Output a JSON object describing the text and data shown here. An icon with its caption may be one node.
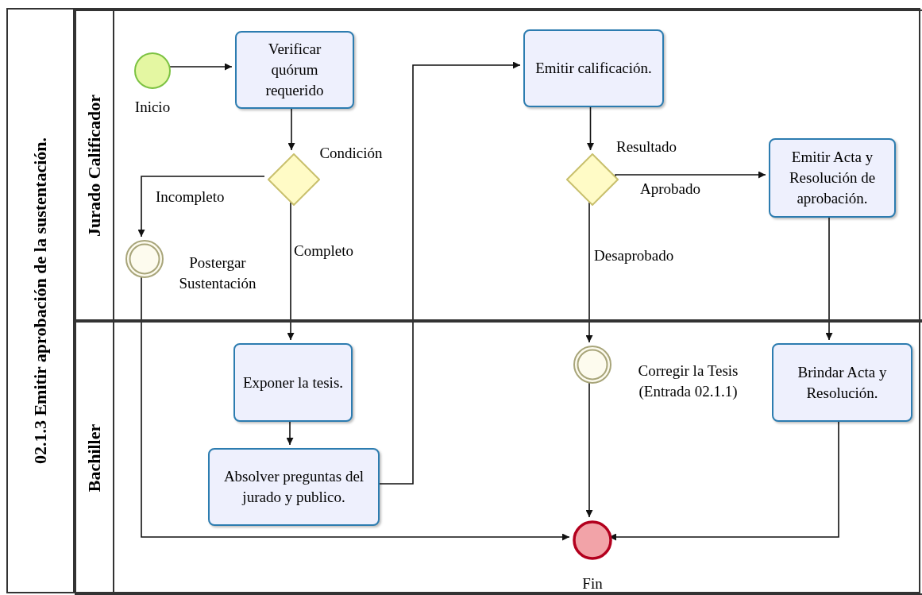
{
  "diagram": {
    "nodes": [
      {
        "text": [
          "02.1.3 Emitir aprobación de la sustentación."
        ]
      },
      {
        "text": [
          "Jurado Calificador"
        ],
        "in": 0
      },
      {
        "text": [
          "Bachiller"
        ],
        "in": 0
      },
      {
        "text": [],
        "shape": "circle",
        "beside": [
          "Inicio"
        ],
        "in": 1
      },
      {
        "text": [
          "Verificar quórum requerido"
        ],
        "in": 1
      },
      {
        "text": [],
        "shape": "diamond",
        "beside": [
          "Condición"
        ],
        "in": 1
      },
      {
        "text": [],
        "shape": "ring",
        "beside": [
          "Postergar Sustentación"
        ],
        "in": 1
      },
      {
        "text": [
          "Emitir calificación."
        ],
        "in": 1
      },
      {
        "text": [],
        "shape": "diamond",
        "beside": [
          "Resultado"
        ],
        "in": 1
      },
      {
        "text": [
          "Emitir Acta y Resolución de aprobación."
        ],
        "in": 1
      },
      {
        "text": [
          "Exponer la tesis."
        ],
        "in": 2
      },
      {
        "text": [
          "Absolver preguntas del jurado y publico."
        ],
        "in": 2
      },
      {
        "text": [],
        "shape": "ring",
        "beside": [
          "Corregir la Tesis (Entrada 02.1.1)"
        ],
        "in": 2
      },
      {
        "text": [
          "Brindar Acta y Resolución."
        ],
        "in": 2
      },
      {
        "text": [],
        "shape": "circle",
        "beside": [
          "Fin"
        ],
        "in": 2
      }
    ],
    "edges": [
      {
        "from": 3,
        "to": 4,
        "arrow": "to"
      },
      {
        "from": 4,
        "to": 5,
        "arrow": "to"
      },
      {
        "from": 5,
        "to": 6,
        "arrow": "to",
        "label": "Incompleto"
      },
      {
        "from": 5,
        "to": 10,
        "arrow": "to",
        "label": "Completo"
      },
      {
        "from": 6,
        "to": 14,
        "arrow": "to"
      },
      {
        "from": 10,
        "to": 11,
        "arrow": "to"
      },
      {
        "from": 11,
        "to": 7,
        "arrow": "to"
      },
      {
        "from": 7,
        "to": 8,
        "arrow": "to"
      },
      {
        "from": 8,
        "to": 9,
        "arrow": "to",
        "label": "Aprobado"
      },
      {
        "from": 8,
        "to": 12,
        "arrow": "to",
        "label": "Desaprobado"
      },
      {
        "from": 12,
        "to": 14,
        "arrow": "to"
      },
      {
        "from": 9,
        "to": 13,
        "arrow": "to"
      },
      {
        "from": 13,
        "to": 14,
        "arrow": "to"
      }
    ]
  }
}
